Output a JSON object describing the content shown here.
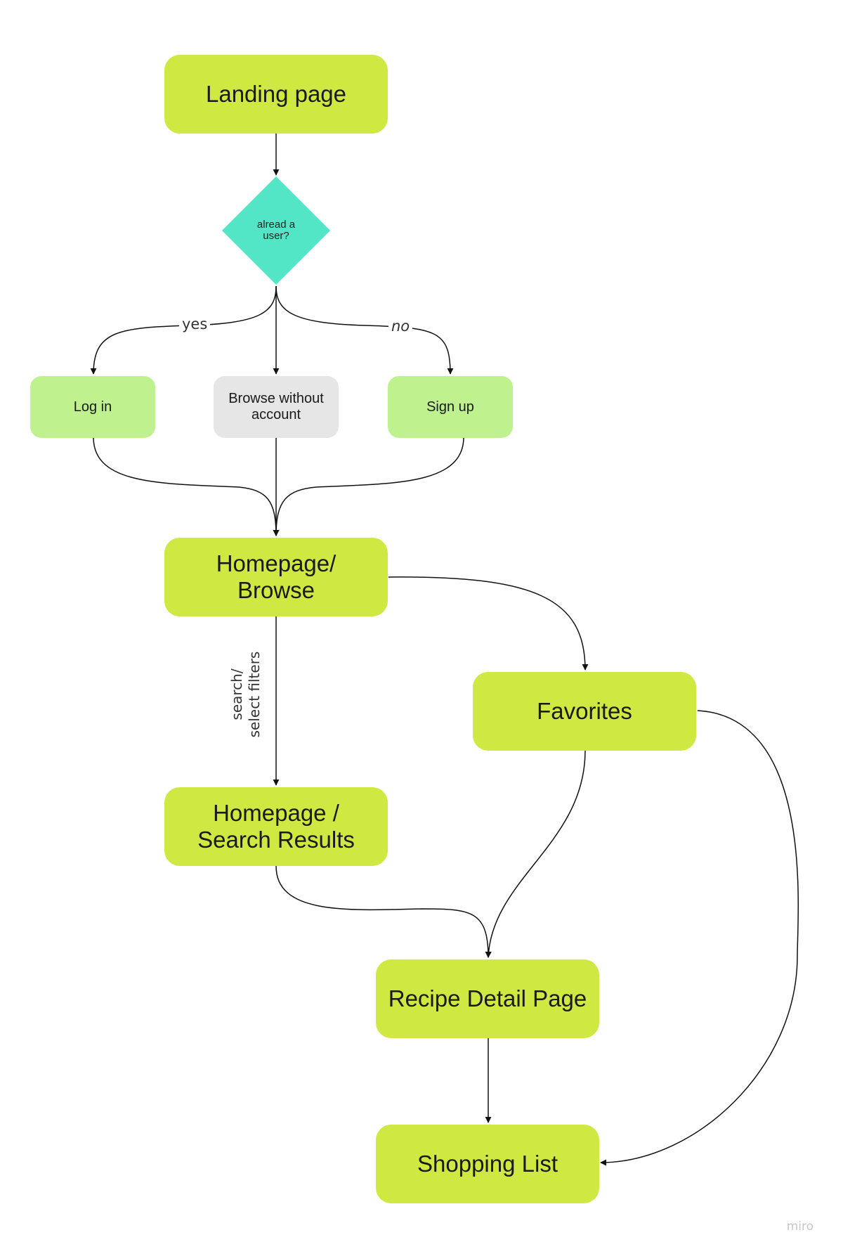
{
  "diagram": {
    "nodes": {
      "landing": "Landing page",
      "decision": "alread a\nuser?",
      "login": "Log in",
      "browse_without": "Browse without\naccount",
      "signup": "Sign up",
      "homepage_browse": "Homepage/\nBrowse",
      "favorites": "Favorites",
      "search_results": "Homepage /\nSearch Results",
      "recipe_detail": "Recipe Detail Page",
      "shopping_list": "Shopping List"
    },
    "edge_labels": {
      "yes": "yes",
      "no": "no",
      "search_filters": "search/\nselect filters"
    },
    "watermark": "miro"
  },
  "colors": {
    "primary_node": "#cfe842",
    "secondary_node": "#bff28e",
    "neutral_node": "#e6e6e6",
    "decision": "#52e5c6",
    "connector": "#111111"
  }
}
